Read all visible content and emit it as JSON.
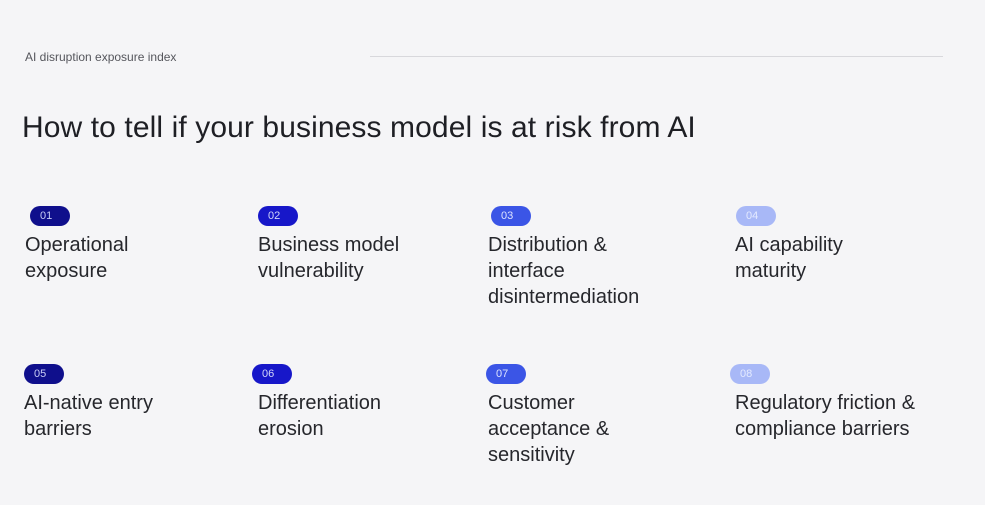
{
  "header": {
    "eyebrow": "AI disruption exposure index",
    "title": "How to tell if your business model is at risk from AI"
  },
  "items": [
    {
      "num": "01",
      "label": "Operational\nexposure",
      "badge_bg": "#0f0f8c",
      "badge_fg": "#c9cdf5"
    },
    {
      "num": "02",
      "label": "Business model\nvulnerability",
      "badge_bg": "#1717c9",
      "badge_fg": "#d2d6fa"
    },
    {
      "num": "03",
      "label": "Distribution &\ninterface\ndisintermediation",
      "badge_bg": "#3b55e6",
      "badge_fg": "#dde3ff"
    },
    {
      "num": "04",
      "label": "AI capability\nmaturity",
      "badge_bg": "#a8b8f7",
      "badge_fg": "#e4eaff"
    },
    {
      "num": "05",
      "label": "AI-native entry\nbarriers",
      "badge_bg": "#0f0f8c",
      "badge_fg": "#c9cdf5"
    },
    {
      "num": "06",
      "label": "Differentiation\nerosion",
      "badge_bg": "#1717c9",
      "badge_fg": "#d2d6fa"
    },
    {
      "num": "07",
      "label": "Customer\nacceptance &\nsensitivity",
      "badge_bg": "#3b55e6",
      "badge_fg": "#dde3ff"
    },
    {
      "num": "08",
      "label": "Regulatory friction &\ncompliance barriers",
      "badge_bg": "#a8b8f7",
      "badge_fg": "#e4eaff"
    }
  ]
}
